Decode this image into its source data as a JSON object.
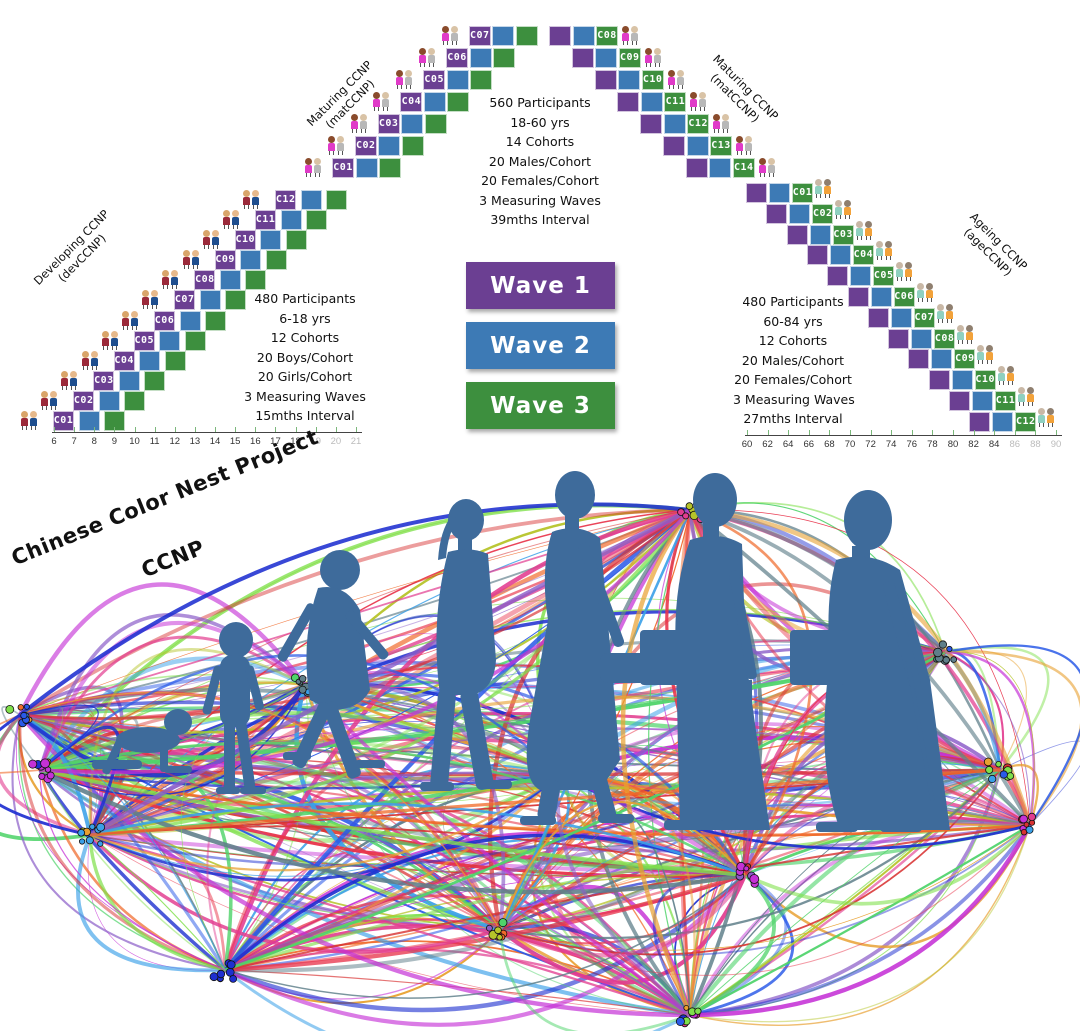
{
  "colors": {
    "wave1": "#6b3f92",
    "wave2": "#3d7ab5",
    "wave3": "#3d8f3e",
    "silhouette": "#3e6b9b"
  },
  "legend": {
    "wave1": "Wave 1",
    "wave2": "Wave 2",
    "wave3": "Wave 3"
  },
  "title": {
    "main": "Chinese Color Nest Project",
    "abbr": "CCNP"
  },
  "dev": {
    "label_line1": "Developing CCNP",
    "label_line2": "(devCCNP)",
    "cohorts": [
      "C01",
      "C02",
      "C03",
      "C04",
      "C05",
      "C06",
      "C07",
      "C08",
      "C09",
      "C10",
      "C11",
      "C12"
    ],
    "stats": [
      "480 Participants",
      "6-18 yrs",
      "12 Cohorts",
      "20 Boys/Cohort",
      "20 Girls/Cohort",
      "3 Measuring Waves",
      "15mths Interval"
    ],
    "axis_ticks": [
      "6",
      "7",
      "8",
      "9",
      "10",
      "11",
      "12",
      "13",
      "14",
      "15",
      "16",
      "17",
      "18",
      "19",
      "20",
      "21"
    ],
    "axis_faded_from": "19"
  },
  "mat": {
    "label_left_line1": "Maturing CCNP",
    "label_left_line2": "(matCCNP)",
    "label_right_line1": "Maturing CCNP",
    "label_right_line2": "(matCCNP)",
    "cohorts_left": [
      "C01",
      "C02",
      "C03",
      "C04",
      "C05",
      "C06",
      "C07"
    ],
    "cohorts_right": [
      "C08",
      "C09",
      "C10",
      "C11",
      "C12",
      "C13",
      "C14"
    ],
    "stats": [
      "560 Participants",
      "18-60 yrs",
      "14 Cohorts",
      "20 Males/Cohort",
      "20 Females/Cohort",
      "3 Measuring Waves",
      "39mths Interval"
    ]
  },
  "age": {
    "label_line1": "Ageing CCNP",
    "label_line2": "(ageCCNP)",
    "cohorts": [
      "C01",
      "C02",
      "C03",
      "C04",
      "C05",
      "C06",
      "C07",
      "C08",
      "C09",
      "C10",
      "C11",
      "C12"
    ],
    "stats": [
      "480 Participants",
      "60-84 yrs",
      "12 Cohorts",
      "20 Males/Cohort",
      "20 Females/Cohort",
      "3 Measuring Waves",
      "27mths Interval"
    ],
    "axis_ticks": [
      "60",
      "62",
      "64",
      "66",
      "68",
      "70",
      "72",
      "74",
      "76",
      "78",
      "80",
      "82",
      "84",
      "86",
      "88",
      "90"
    ],
    "axis_faded_from": "86"
  },
  "illustration": {
    "figures": [
      "baby-crawling",
      "toddler",
      "child-running",
      "girl-ponytail",
      "woman-with-bag",
      "middle-aged-woman",
      "elderly-woman-with-cane"
    ]
  }
}
